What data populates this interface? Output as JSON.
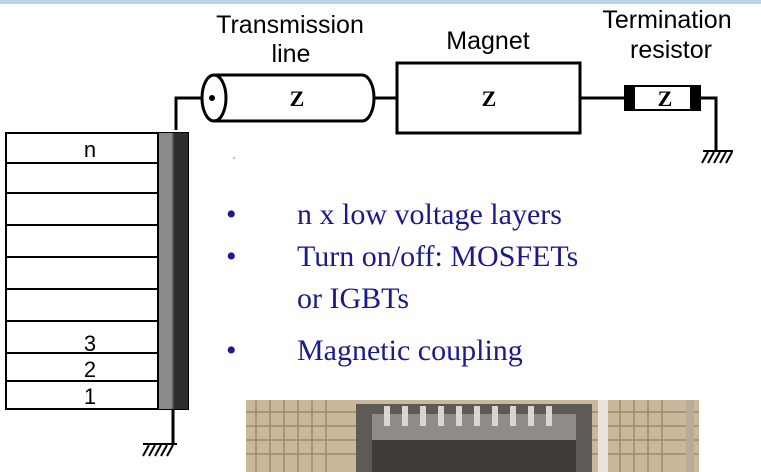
{
  "circuit": {
    "transmission_line_label": [
      "Transmission",
      "line"
    ],
    "magnet_label": "Magnet",
    "termination_label": [
      "Termination",
      "resistor"
    ],
    "impedance_symbol": "Z"
  },
  "stack": {
    "layer_labels": [
      "n",
      "",
      "",
      "",
      "",
      "",
      "3",
      "2",
      "1"
    ]
  },
  "bullets": {
    "marker": "•",
    "items": [
      [
        "n x low voltage layers"
      ],
      [
        "Turn on/off: MOSFETs",
        "or IGBTs"
      ],
      [
        "Magnetic coupling"
      ]
    ]
  },
  "colors": {
    "bullet_text": "#1a1a8c",
    "top_border": "#b9d3e8",
    "photo_frame": "#c9b89a"
  }
}
